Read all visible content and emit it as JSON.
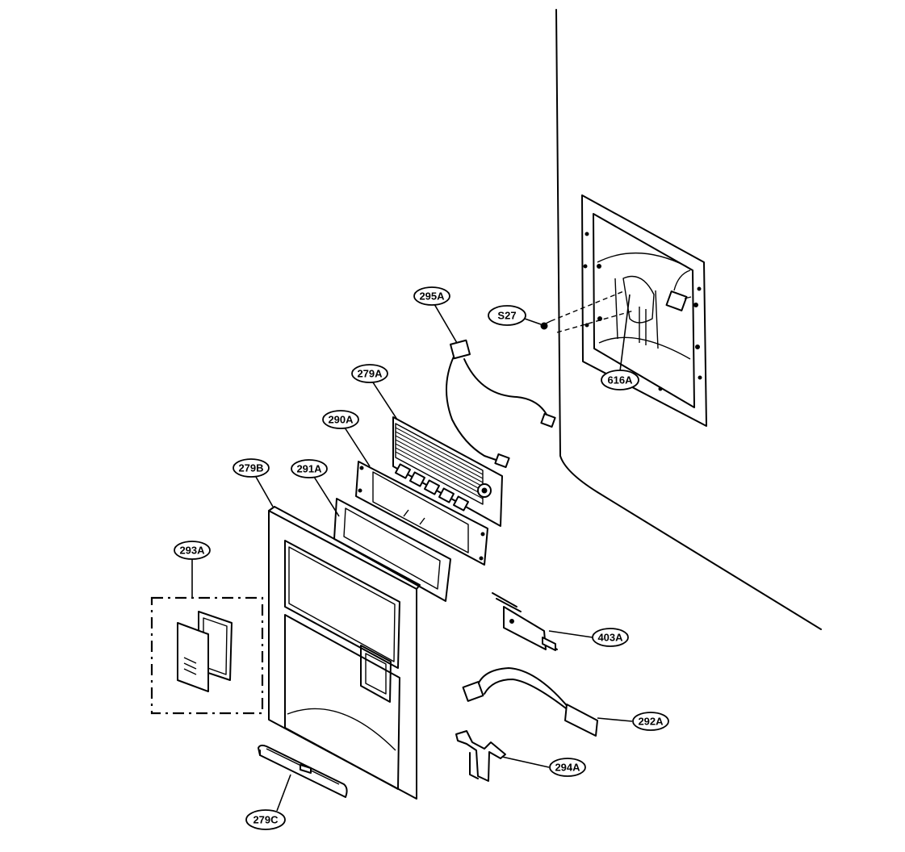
{
  "callouts": {
    "c295A": "295A",
    "cS27": "S27",
    "c616A": "616A",
    "c279A": "279A",
    "c290A": "290A",
    "c279B": "279B",
    "c291A": "291A",
    "c293A": "293A",
    "c403A": "403A",
    "c292A": "292A",
    "c294A": "294A",
    "c279C": "279C"
  }
}
